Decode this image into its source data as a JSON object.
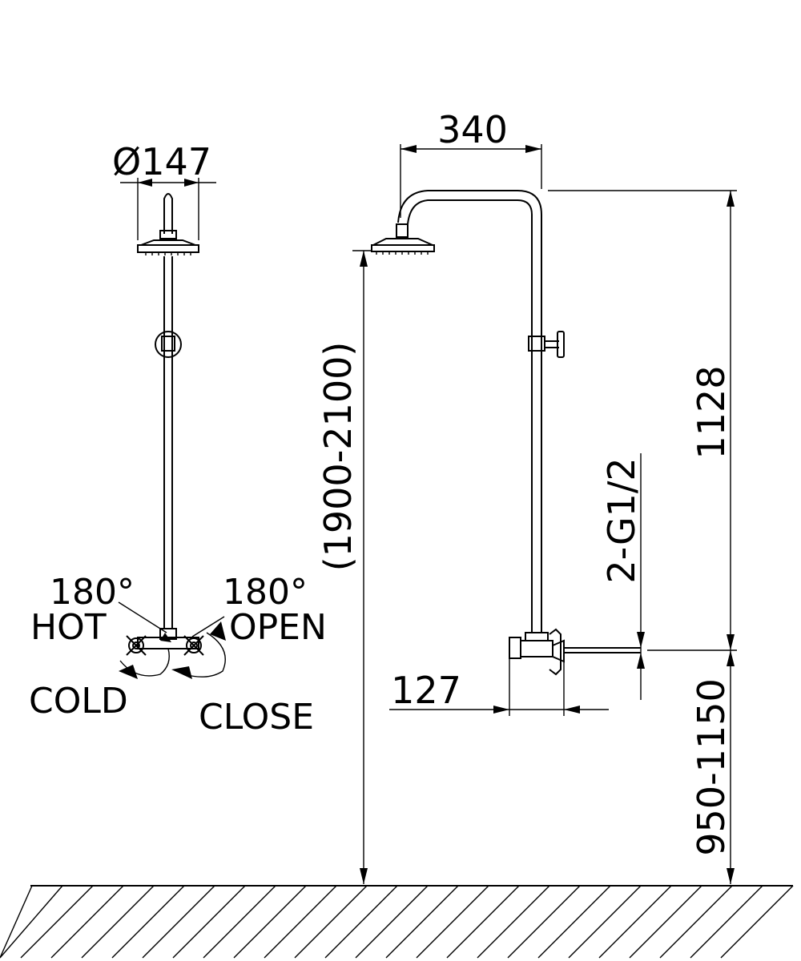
{
  "dimensions": {
    "head_diameter": "Ø147",
    "arm_reach": "340",
    "total_height": "(1900-2100)",
    "riser_height": "1128",
    "inlet_height": "950-1150",
    "inlet_thread": "2-G1/2",
    "wall_offset": "127"
  },
  "labels": {
    "hot_angle": "180°",
    "hot": "HOT",
    "cold": "COLD",
    "open_angle": "180°",
    "open": "OPEN",
    "close": "CLOSE"
  }
}
